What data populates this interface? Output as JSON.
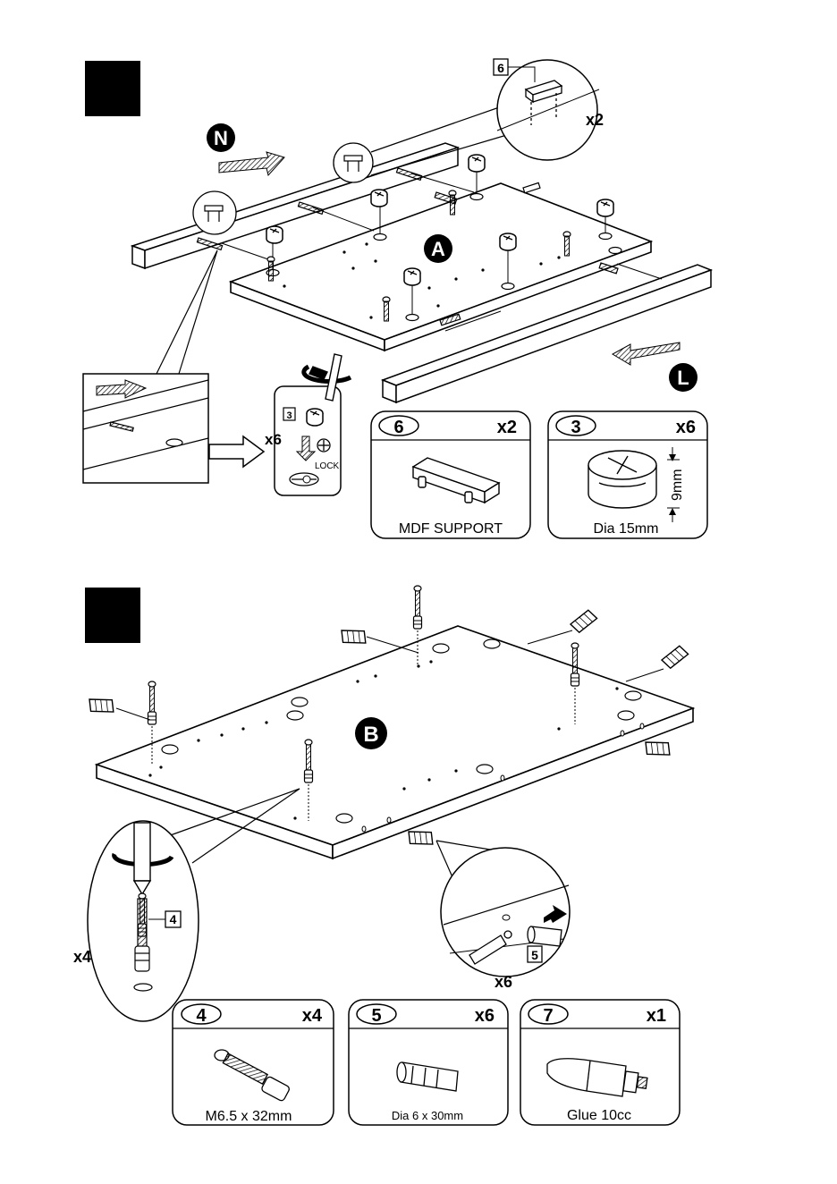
{
  "step1": {
    "label_N": "N",
    "label_A": "A",
    "label_L": "L",
    "callout_top": {
      "part_no": "6",
      "qty": "x2"
    },
    "callout_cam": {
      "part_no": "3",
      "qty": "x6",
      "lock": "LOCK"
    },
    "part_6": {
      "number": "6",
      "qty": "x2",
      "caption": "MDF SUPPORT"
    },
    "part_3": {
      "number": "3",
      "qty": "x6",
      "caption": "Dia 15mm",
      "dimension": "9mm"
    }
  },
  "step2": {
    "label_B": "B",
    "callout_screw": {
      "part_no": "4",
      "qty": "x4"
    },
    "callout_dowel": {
      "part_no": "5",
      "qty": "x6"
    },
    "part_4": {
      "number": "4",
      "qty": "x4",
      "caption": "M6.5 x 32mm"
    },
    "part_5": {
      "number": "5",
      "qty": "x6",
      "caption": "Dia 6 x 30mm"
    },
    "part_7": {
      "number": "7",
      "qty": "x1",
      "caption": "Glue 10cc"
    }
  },
  "colors": {
    "ink": "#000000",
    "paper": "#ffffff",
    "shade": "#808080"
  },
  "icons": [
    "screwdriver-rotate-icon",
    "cam-lock-icon",
    "dowel-icon",
    "glue-bottle-icon",
    "direction-arrow-icon"
  ]
}
